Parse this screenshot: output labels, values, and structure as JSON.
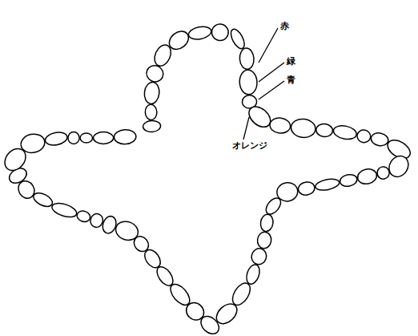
{
  "diagram": {
    "labels": [
      "赤",
      "緑",
      "青",
      "オレンジ"
    ]
  }
}
